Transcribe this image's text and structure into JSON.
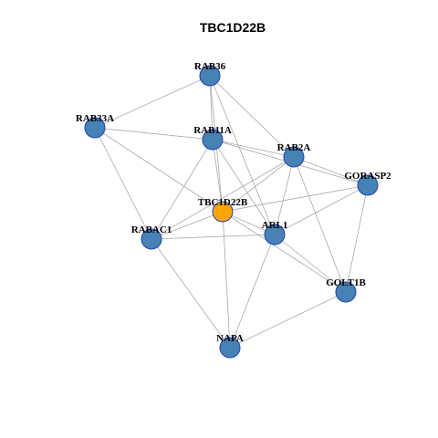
{
  "title": "TBC1D22B",
  "colors": {
    "center_fill": "#FFA500",
    "node_fill": "#4682B4",
    "node_stroke": "#1F3FBF",
    "edge": "#A9A9A9"
  },
  "nodes": [
    {
      "id": "RAB36",
      "label": "RAB36",
      "center": false
    },
    {
      "id": "RAB33A",
      "label": "RAB33A",
      "center": false
    },
    {
      "id": "RAB11A",
      "label": "RAB11A",
      "center": false
    },
    {
      "id": "RAB2A",
      "label": "RAB2A",
      "center": false
    },
    {
      "id": "GORASP2",
      "label": "GORASP2",
      "center": false
    },
    {
      "id": "TBC1D22B",
      "label": "TBC1D22B",
      "center": true
    },
    {
      "id": "RABAC1",
      "label": "RABAC1",
      "center": false
    },
    {
      "id": "ARL1",
      "label": "ARL1",
      "center": false
    },
    {
      "id": "GOLT1B",
      "label": "GOLT1B",
      "center": false
    },
    {
      "id": "NAPA",
      "label": "NAPA",
      "center": false
    }
  ],
  "edges": [
    [
      "RAB36",
      "RAB33A"
    ],
    [
      "RAB36",
      "RAB11A"
    ],
    [
      "RAB36",
      "TBC1D22B"
    ],
    [
      "RAB36",
      "RAB2A"
    ],
    [
      "RAB36",
      "ARL1"
    ],
    [
      "RAB33A",
      "RAB11A"
    ],
    [
      "RAB33A",
      "RABAC1"
    ],
    [
      "RAB33A",
      "TBC1D22B"
    ],
    [
      "RAB11A",
      "RAB2A"
    ],
    [
      "RAB11A",
      "TBC1D22B"
    ],
    [
      "RAB11A",
      "GORASP2"
    ],
    [
      "RAB11A",
      "ARL1"
    ],
    [
      "RAB11A",
      "RABAC1"
    ],
    [
      "RAB2A",
      "GORASP2"
    ],
    [
      "RAB2A",
      "TBC1D22B"
    ],
    [
      "RAB2A",
      "RABAC1"
    ],
    [
      "RAB2A",
      "ARL1"
    ],
    [
      "RAB2A",
      "GOLT1B"
    ],
    [
      "GORASP2",
      "TBC1D22B"
    ],
    [
      "GORASP2",
      "ARL1"
    ],
    [
      "GORASP2",
      "GOLT1B"
    ],
    [
      "TBC1D22B",
      "RABAC1"
    ],
    [
      "TBC1D22B",
      "ARL1"
    ],
    [
      "TBC1D22B",
      "GOLT1B"
    ],
    [
      "TBC1D22B",
      "NAPA"
    ],
    [
      "RABAC1",
      "ARL1"
    ],
    [
      "RABAC1",
      "NAPA"
    ],
    [
      "ARL1",
      "GOLT1B"
    ],
    [
      "ARL1",
      "NAPA"
    ],
    [
      "GOLT1B",
      "NAPA"
    ]
  ]
}
